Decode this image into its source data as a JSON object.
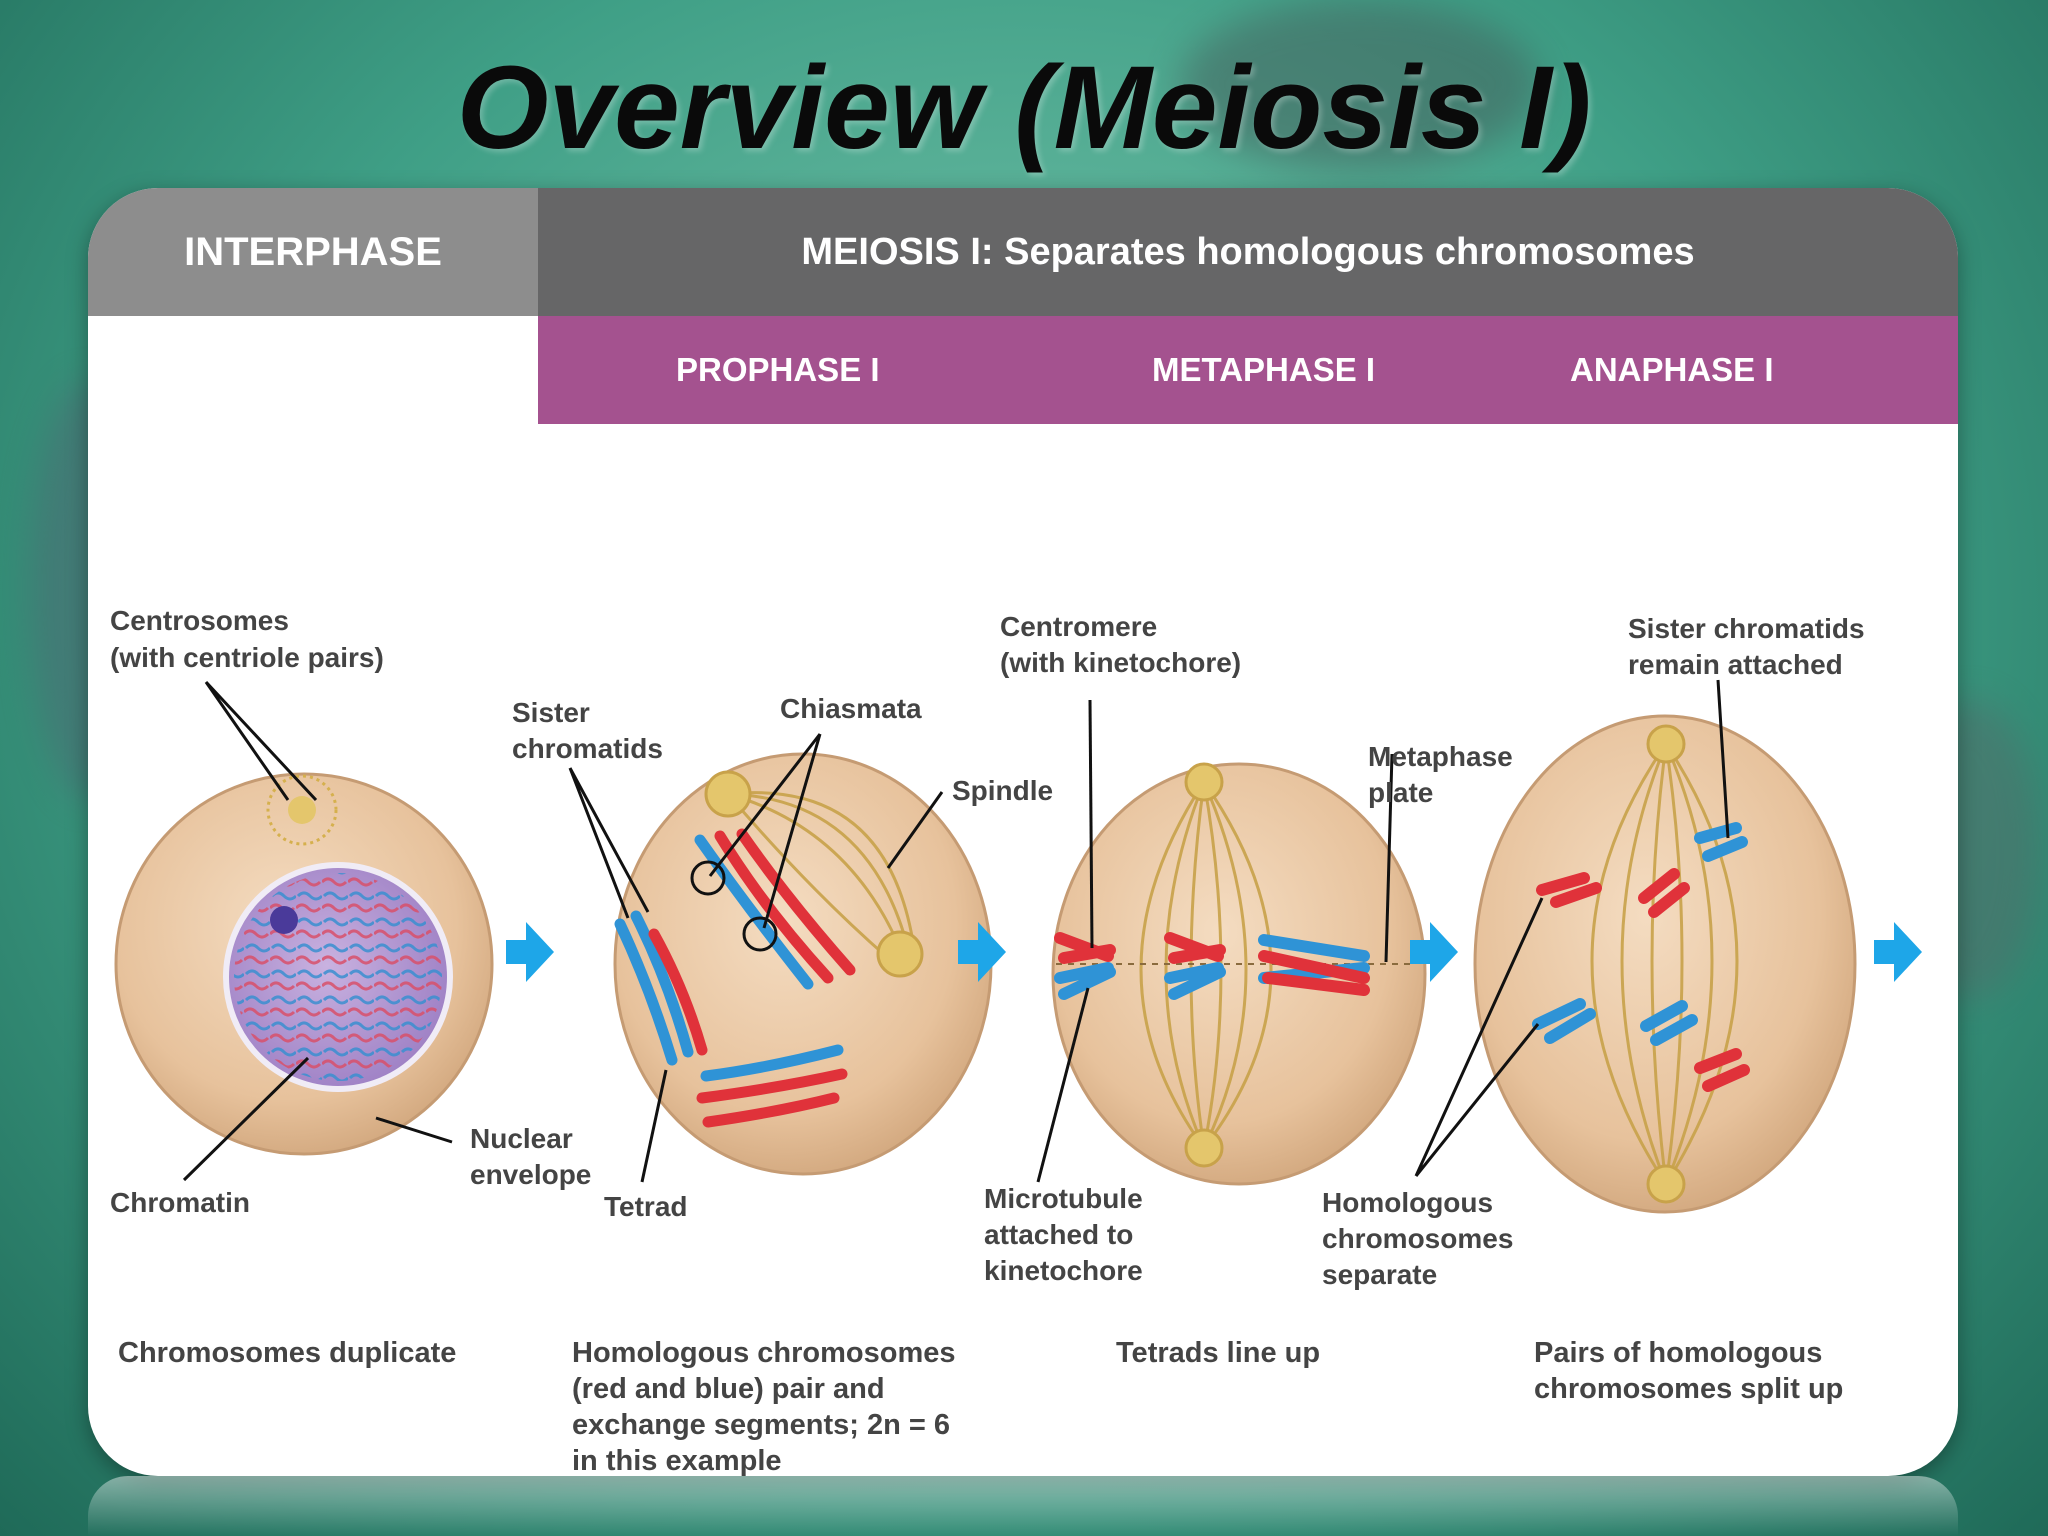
{
  "slide": {
    "title": "Overview (Meiosis I)"
  },
  "header": {
    "interphase": "INTERPHASE",
    "meiosis": "MEIOSIS I: Separates homologous chromosomes",
    "phases": [
      "PROPHASE I",
      "METAPHASE I",
      "ANAPHASE I"
    ]
  },
  "labels": {
    "centrosomes_l1": "Centrosomes",
    "centrosomes_l2": "(with centriole pairs)",
    "chromatin": "Chromatin",
    "nuclear_envelope_l1": "Nuclear",
    "nuclear_envelope_l2": "envelope",
    "sister_chromatids_l1": "Sister",
    "sister_chromatids_l2": "chromatids",
    "chiasmata": "Chiasmata",
    "spindle": "Spindle",
    "tetrad": "Tetrad",
    "centromere_l1": "Centromere",
    "centromere_l2": "(with kinetochore)",
    "metaphase_plate_l1": "Metaphase",
    "metaphase_plate_l2": "plate",
    "microtubule_l1": "Microtubule",
    "microtubule_l2": "attached to",
    "microtubule_l3": "kinetochore",
    "sister_attached_l1": "Sister chromatids",
    "sister_attached_l2": "remain attached",
    "homologous_l1": "Homologous",
    "homologous_l2": "chromosomes",
    "homologous_l3": "separate"
  },
  "captions": {
    "interphase": "Chromosomes duplicate",
    "prophase_l1": "Homologous chromosomes",
    "prophase_l2": "(red and blue) pair and",
    "prophase_l3": "exchange segments; 2n = 6",
    "prophase_l4": "in this example",
    "metaphase": "Tetrads line up",
    "anaphase_l1": "Pairs of homologous",
    "anaphase_l2": "chromosomes split up"
  },
  "colors": {
    "cell": "#e9c7a3",
    "chromosome_red": "#e0323a",
    "chromosome_blue": "#2f93d6",
    "arrow": "#1ea6e8",
    "spindle": "#c8a24a",
    "header_magenta": "#a4528f"
  }
}
